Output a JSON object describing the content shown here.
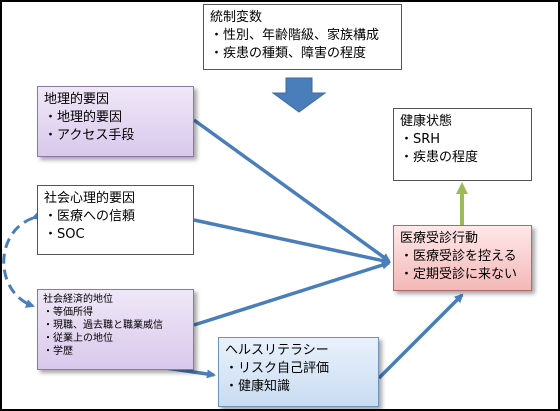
{
  "control": {
    "title": "統制変数",
    "items": [
      "・性別、年齢階級、家族構成",
      "・疾患の種類、障害の程度"
    ]
  },
  "geographic": {
    "title": "地理的要因",
    "items": [
      "・地理的要因",
      "・アクセス手段"
    ]
  },
  "psychosocial": {
    "title": "社会心理的要因",
    "items": [
      "・医療への信頼",
      "・SOC"
    ]
  },
  "socioeconomic": {
    "title": "社会経済的地位",
    "items": [
      "・等価所得",
      "・現職、過去職と職業威信",
      "・従業上の地位",
      "・学歴"
    ]
  },
  "health_status": {
    "title": "健康状態",
    "items": [
      "・SRH",
      "・疾患の程度"
    ]
  },
  "care_behavior": {
    "title": "医療受診行動",
    "items": [
      "・医療受診を控える",
      "・定期受診に来ない"
    ]
  },
  "health_literacy": {
    "title": "ヘルスリテラシー",
    "items": [
      "・リスク自己評価",
      "・健康知識"
    ]
  },
  "colors": {
    "arrow_blue": "#4a7ebb",
    "arrow_green": "#9bbb59",
    "geo_fill": "#dccfee",
    "behavior_fill": "#f6c6c6",
    "literacy_fill": "#cfe0f4"
  }
}
